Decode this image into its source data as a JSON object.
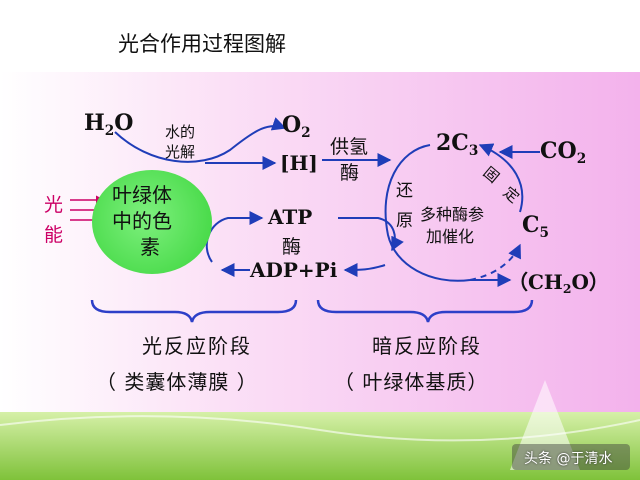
{
  "title": "光合作用过程图解",
  "labels": {
    "h2o": "H2O",
    "water_photolysis": [
      "水的",
      "光解"
    ],
    "o2": "O2",
    "h": "[H]",
    "supply_hydrogen": [
      "供氢",
      "酶"
    ],
    "light": [
      "光",
      "能"
    ],
    "pigment": [
      "叶绿体",
      "中的色",
      "素"
    ],
    "atp": "ATP",
    "enzyme": "酶",
    "adp": "ADP+Pi",
    "c3": "2C3",
    "co2": "CO2",
    "fixation": [
      "固",
      "定"
    ],
    "reduction": [
      "还",
      "原"
    ],
    "multi_enzyme": [
      "多种酶参",
      "加催化"
    ],
    "c5": "C5",
    "ch2o": "（CH2O）",
    "light_stage": "光反应阶段",
    "light_location": "（ 类囊体薄膜 ）",
    "dark_stage": "暗反应阶段",
    "dark_location": "（ 叶绿体基质）"
  },
  "watermark": "头条 @于清水",
  "colors": {
    "pink_region": "#f5b8ee",
    "arrow_blue": "#1f3db8",
    "pigment_green": "#47d948",
    "light_red": "#cc0066",
    "bracket_blue": "#2d3fc8",
    "grass_green": "#9ad34a"
  }
}
